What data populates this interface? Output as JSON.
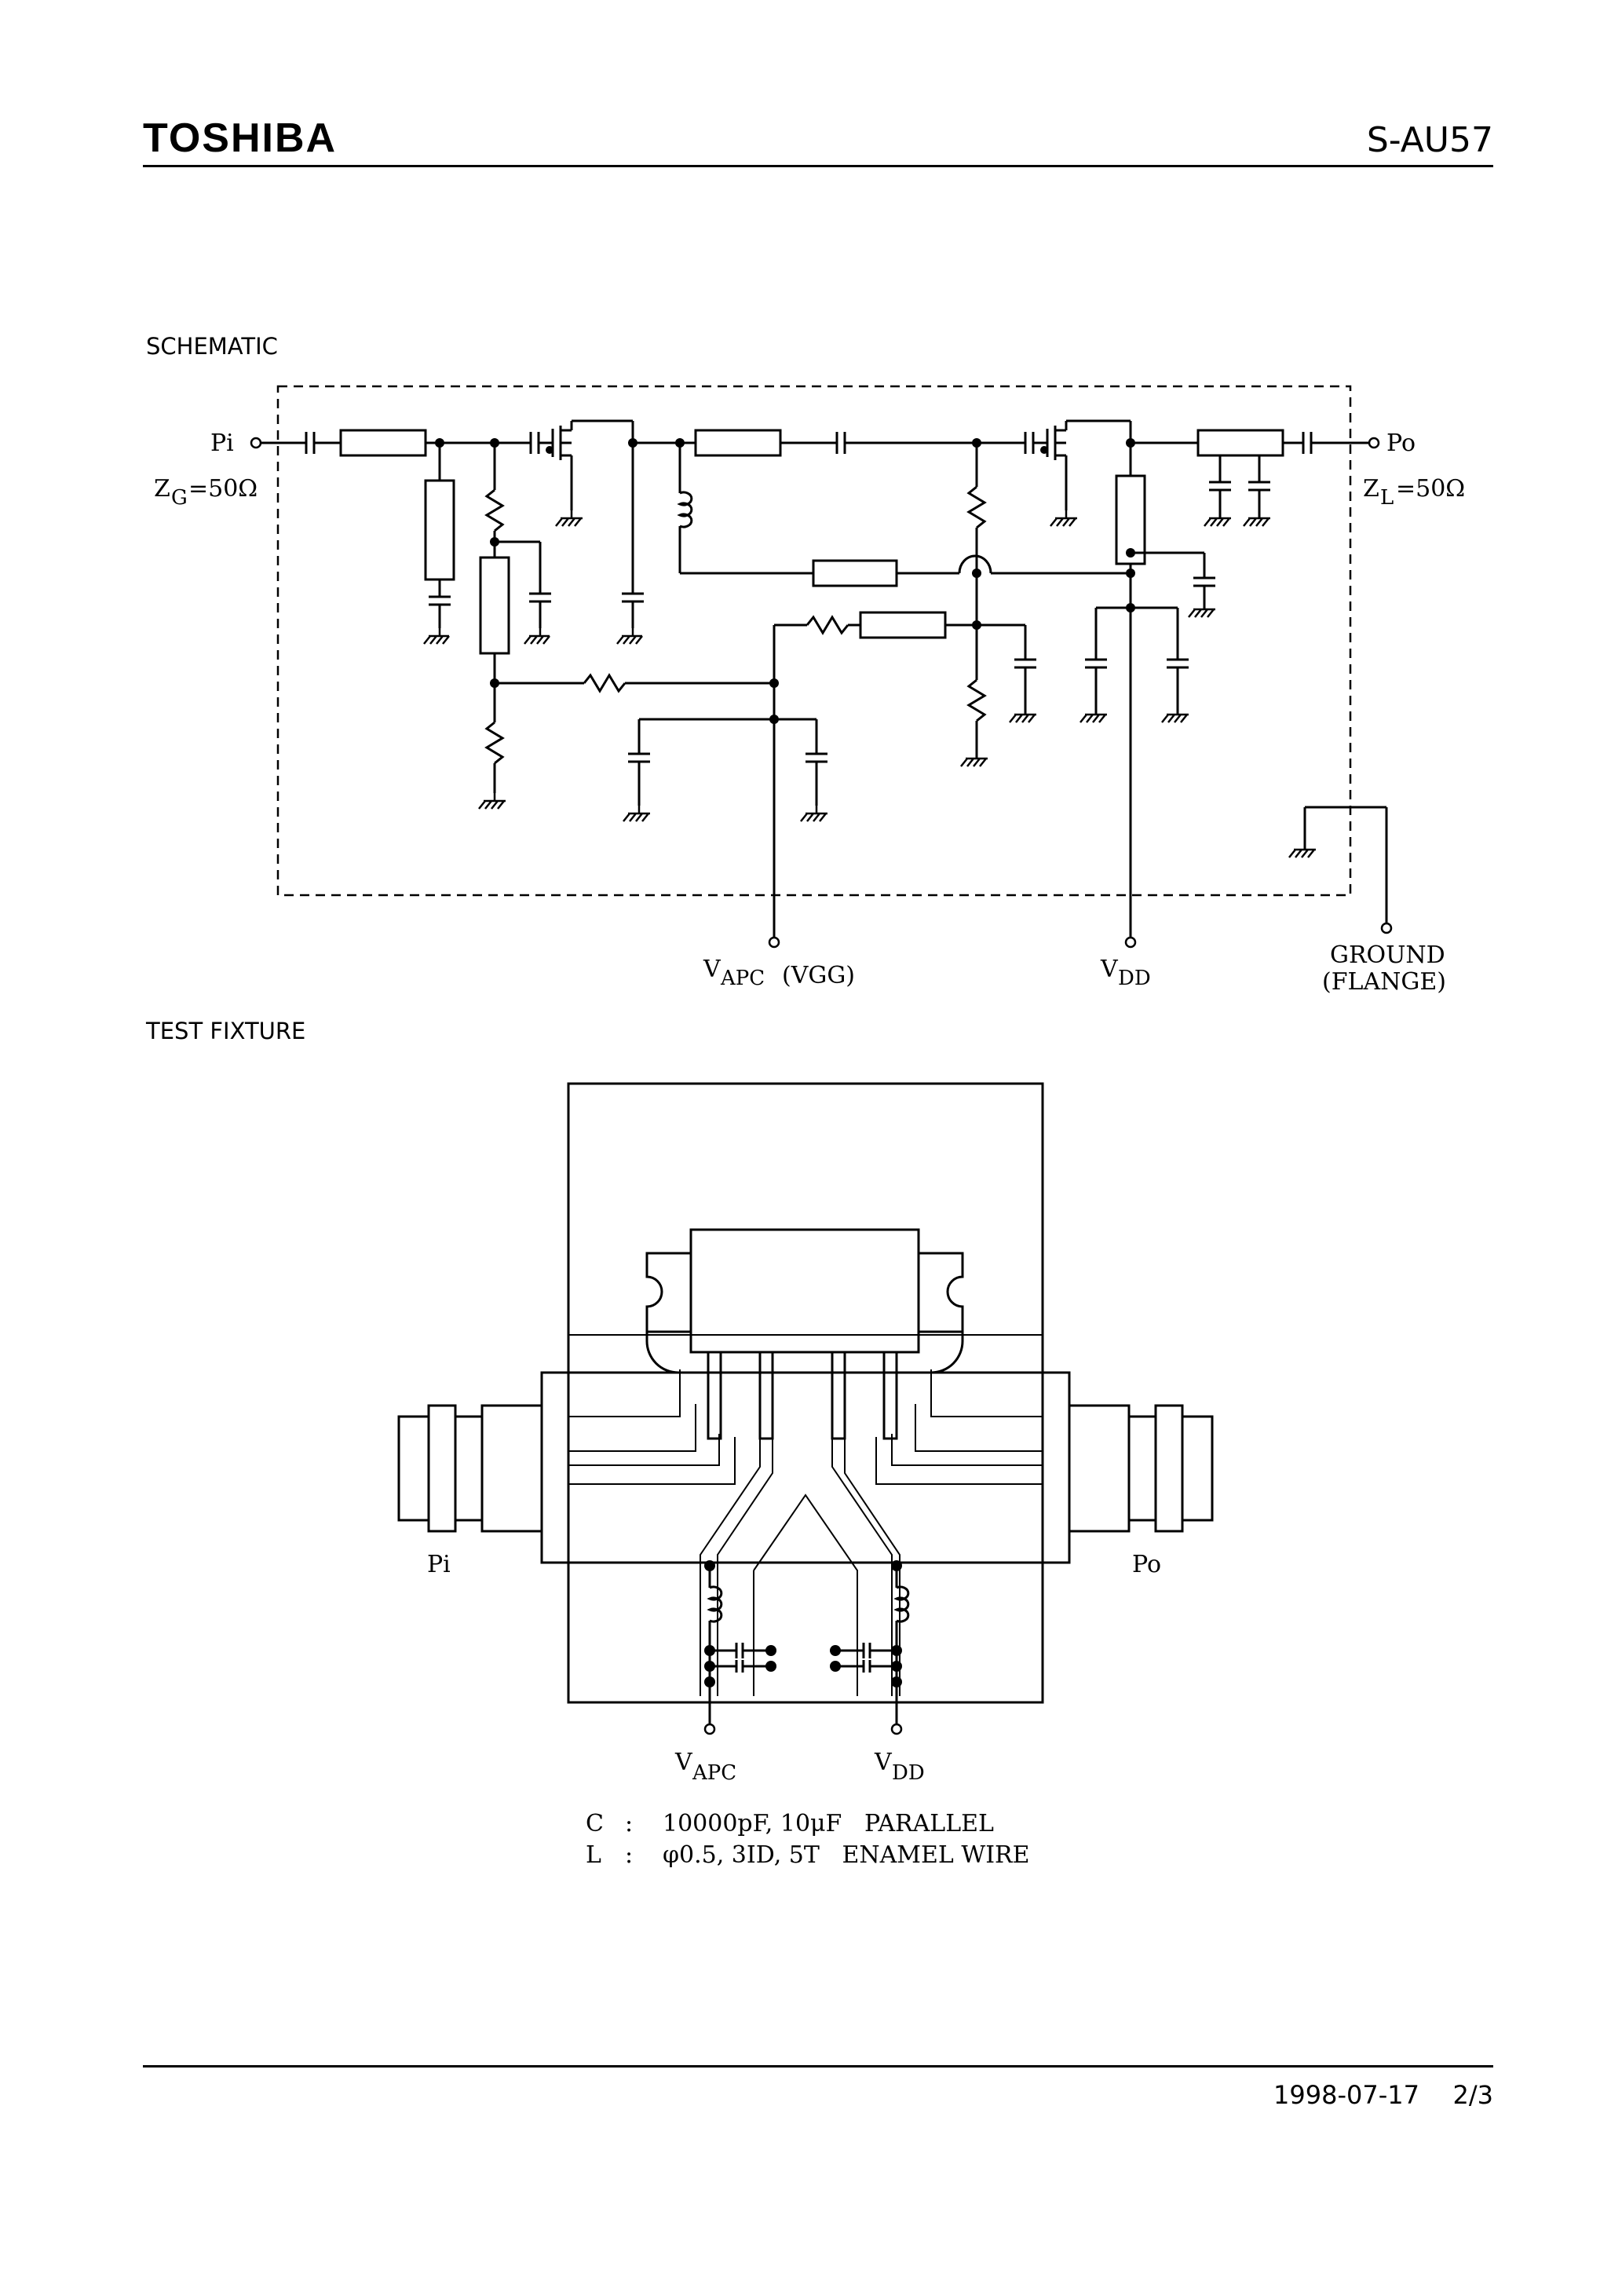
{
  "header": {
    "logo": "TOSHIBA",
    "part_number": "S-AU57"
  },
  "schematic": {
    "heading": "SCHEMATIC",
    "pi": "Pi",
    "po": "Po",
    "zg": "Z",
    "zg_sub": "G",
    "zg_val": "=50Ω",
    "zl": "Z",
    "zl_sub": "L",
    "zl_val": "=50Ω",
    "vapc": "V",
    "vapc_sub": "APC",
    "vapc_tail": " (VGG)",
    "vdd": "V",
    "vdd_sub": "DD",
    "ground1": "GROUND",
    "ground2": "(FLANGE)"
  },
  "fixture": {
    "heading": "TEST FIXTURE",
    "pi": "Pi",
    "po": "Po",
    "vapc": "V",
    "vapc_sub": "APC",
    "vdd": "V",
    "vdd_sub": "DD",
    "note_c_key": "C",
    "note_c_colon": ":",
    "note_c_val": "10000pF, 10μF   PARALLEL",
    "note_l_key": "L",
    "note_l_colon": ":",
    "note_l_val": "φ0.5, 3ID, 5T   ENAMEL WIRE"
  },
  "footer": {
    "date_page": "1998-07-17   2/3"
  }
}
